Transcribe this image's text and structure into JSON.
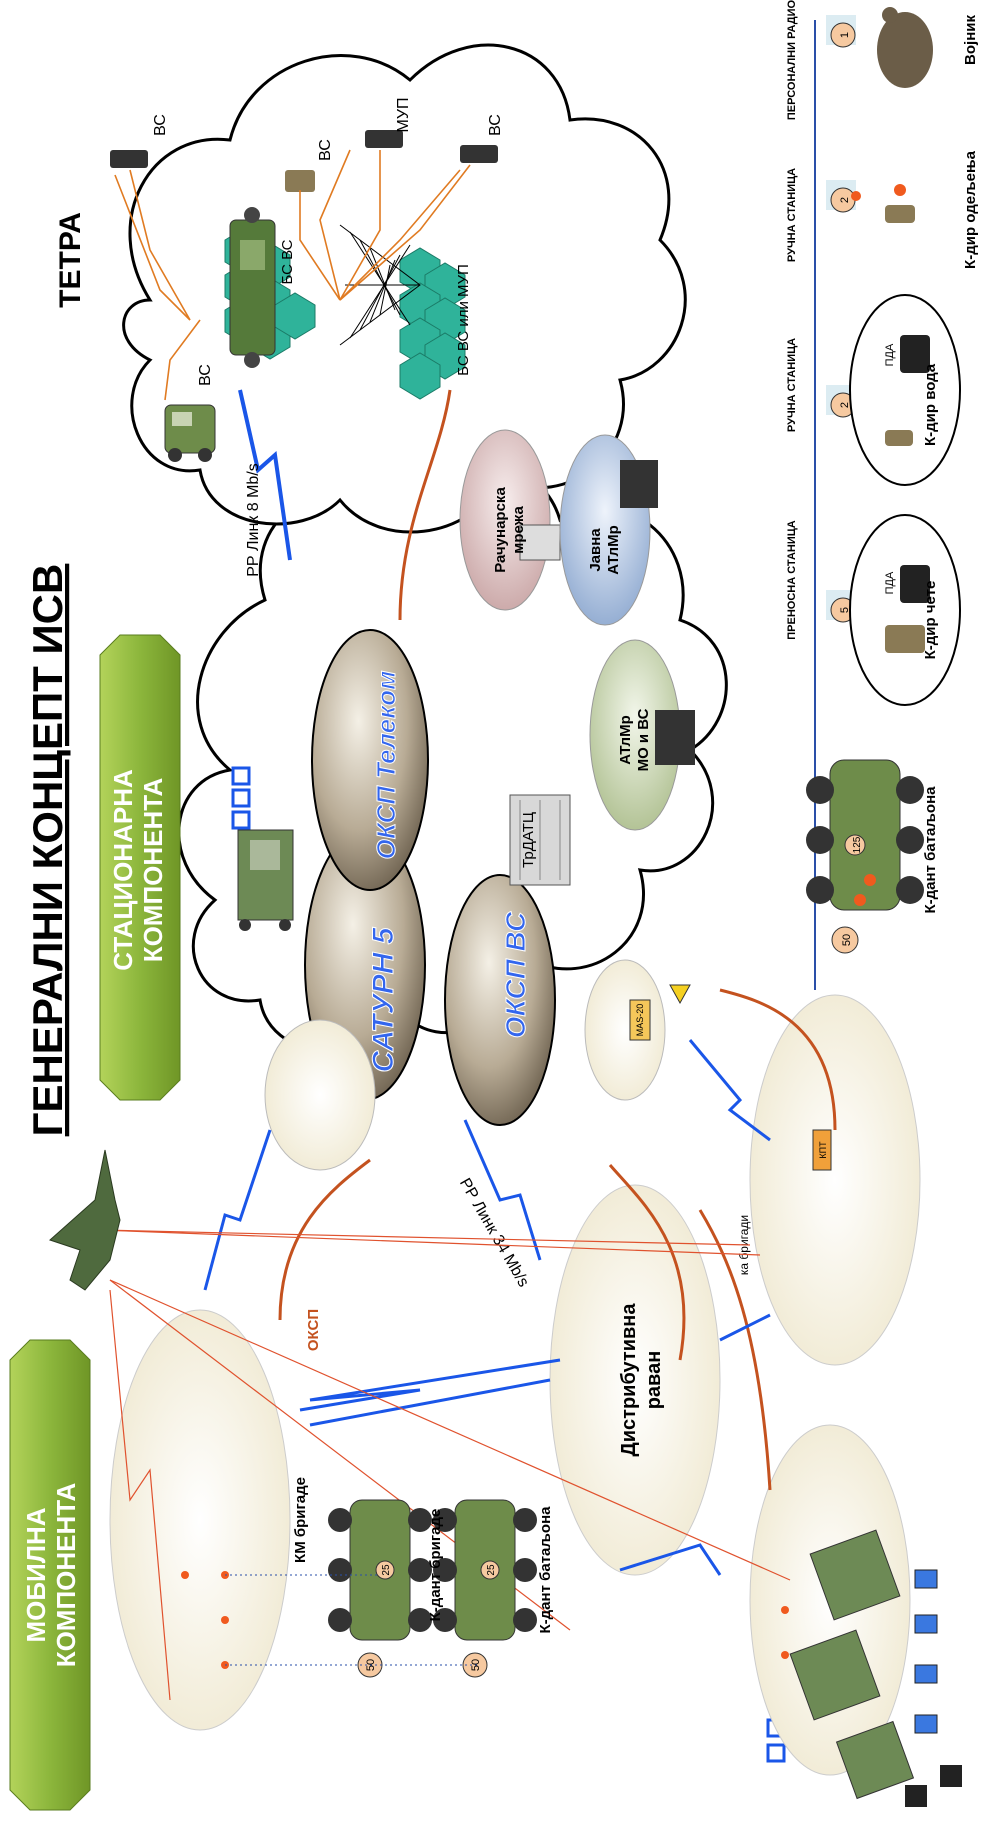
{
  "main_title": "ГЕНЕРАЛНИ КОНЦЕПТ ИСВ",
  "components": {
    "stationary": [
      "СТАЦИОНАРНА",
      "КОМПОНЕНТА"
    ],
    "mobile": [
      "МОБИЛНА",
      "КОМПОНЕНТА"
    ]
  },
  "tetra": {
    "title": "ТЕТРА",
    "terminals": [
      "ВС",
      "ВС",
      "МУП",
      "ВС",
      "ВС"
    ],
    "stations": [
      "БС ВС",
      "БС ВС или МУП"
    ]
  },
  "core": {
    "ellipses": [
      "ОКСП Телеком",
      "САТУРН 5",
      "ОКСП ВС"
    ],
    "trdatc": "ТрДАТЦ",
    "mas20": "MAS-20",
    "networks": [
      [
        "Рачунарска",
        "мрежа"
      ],
      [
        "Јавна",
        "АТлМр"
      ],
      [
        "АТлМр",
        "МО и ВС"
      ]
    ]
  },
  "links": {
    "rr8": "РР Линк 8 Mb/s",
    "rr34": "РР Линк 34 Mb/s",
    "oksp": "ОКСП",
    "to_brigade": "ка бригади",
    "kpt": "КПТ"
  },
  "distribution": [
    "Дистрибутивна",
    "раван"
  ],
  "mobile_labels": {
    "km_brigade": "КМ бригаде",
    "kdant_brigade": "К-дант бригаде",
    "kdant_battalion": "К-дант батаљона"
  },
  "legend": {
    "column_titles": [
      "ПЕРСОНАЛНИ РАДИО",
      "РУЧНА СТАНИЦА",
      "РУЧНА СТАНИЦА",
      "ПРЕНОСНА СТАНИЦА"
    ],
    "captions": [
      "Војник",
      "К-дир одељења",
      "К-дир вода",
      "К-дир чете",
      "К-дант батаљона"
    ],
    "pda": "ПДА",
    "numbers": [
      "1",
      "2",
      "2",
      "5",
      "125",
      "50",
      "25",
      "50",
      "25",
      "50"
    ]
  },
  "colors": {
    "green_banner": "#8cb63c",
    "cloud_fill": "#ffffff",
    "ellipse_fill": "#f6f2e2",
    "blue_link": "#1a56e8",
    "orange_link": "#e07b22",
    "teal_hex": "#2fb39a",
    "red_link": "#e0522e"
  }
}
